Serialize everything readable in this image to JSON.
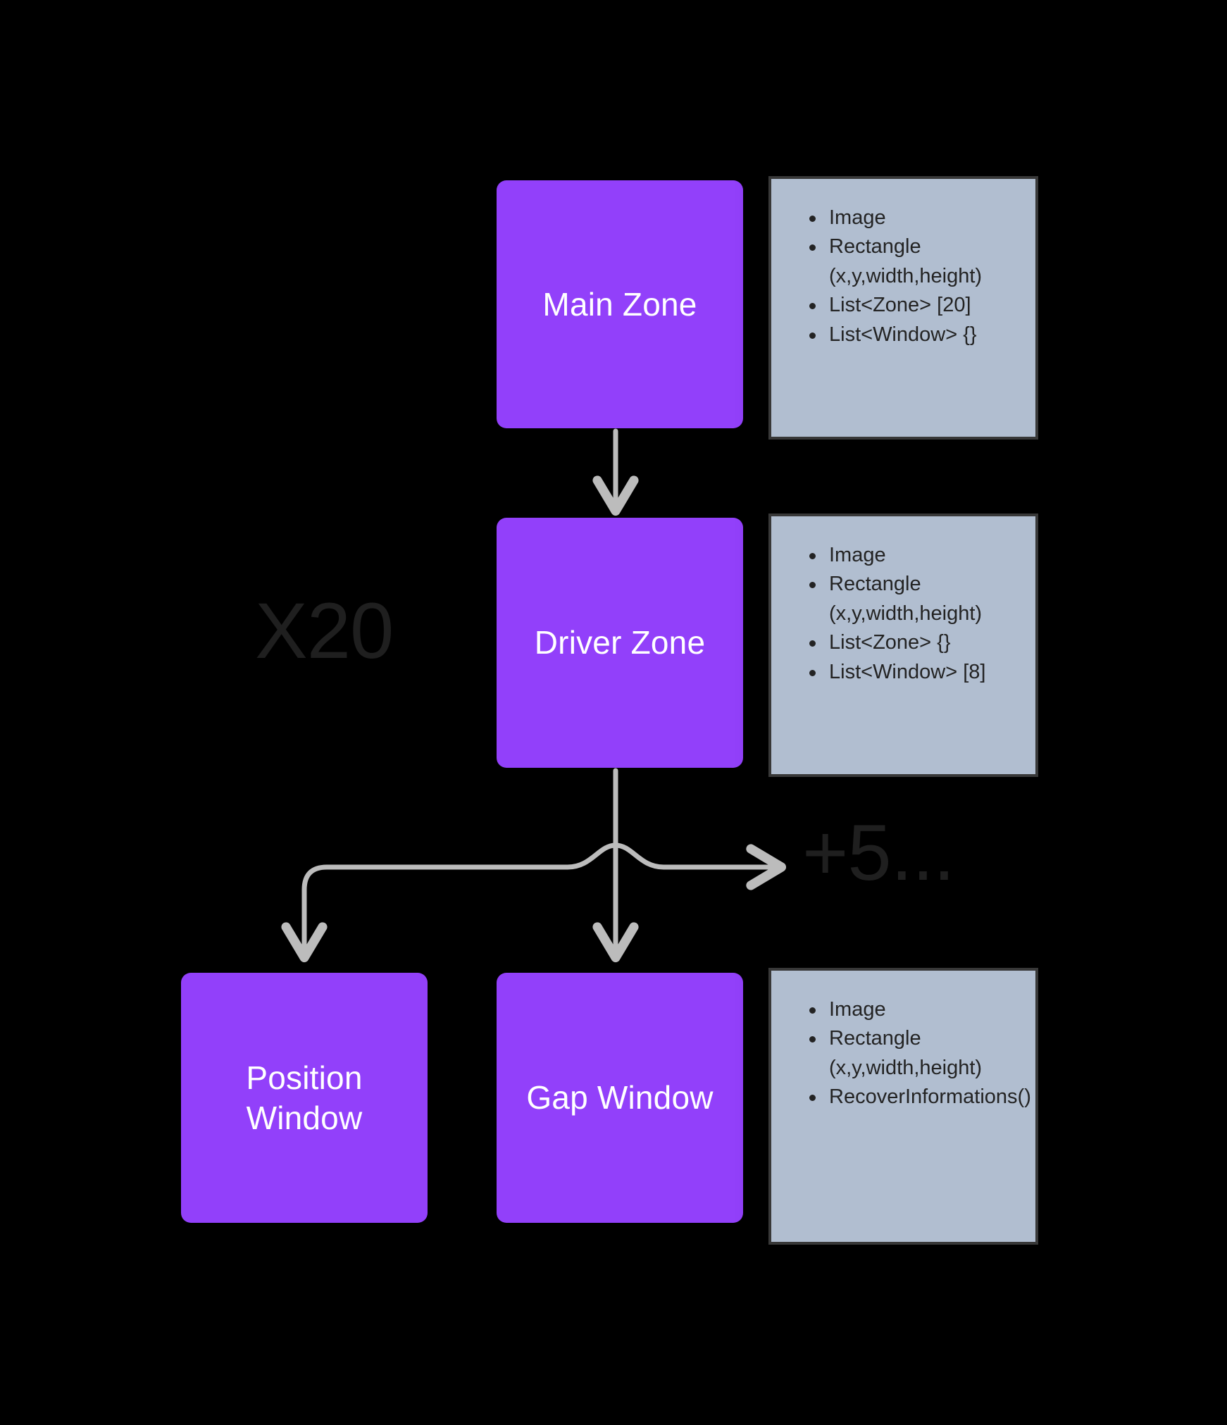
{
  "diagram": {
    "title": "Zone and Window class relationship diagram",
    "background_color": "#000000",
    "node_color": "#9240fa",
    "node_text_color": "#ffffff",
    "card_color": "#b1bed0",
    "card_text_color": "#232323",
    "connector_color": "#bcbcbc",
    "annotation_color": "#1f1f1f"
  },
  "nodes": {
    "main_zone": {
      "label": "Main Zone"
    },
    "driver_zone": {
      "label": "Driver Zone"
    },
    "position_window": {
      "label_line1": "Position",
      "label_line2": "Window"
    },
    "gap_window": {
      "label": "Gap Window"
    }
  },
  "annotations": {
    "multiplicity_zones": "X20",
    "more_windows": "+5..."
  },
  "cards": {
    "main_zone": {
      "items": [
        {
          "text": "Image",
          "continuation": false
        },
        {
          "text": "Rectangle",
          "continuation": false
        },
        {
          "text": "(x,y,width,height)",
          "continuation": true
        },
        {
          "text": "List<Zone> [20]",
          "continuation": false
        },
        {
          "text": "List<Window> {}",
          "continuation": false
        }
      ]
    },
    "driver_zone": {
      "items": [
        {
          "text": "Image",
          "continuation": false
        },
        {
          "text": "Rectangle",
          "continuation": false
        },
        {
          "text": "(x,y,width,height)",
          "continuation": true
        },
        {
          "text": "List<Zone> {}",
          "continuation": false
        },
        {
          "text": "List<Window> [8]",
          "continuation": false
        }
      ]
    },
    "gap_window": {
      "items": [
        {
          "text": "Image",
          "continuation": false
        },
        {
          "text": "Rectangle",
          "continuation": false
        },
        {
          "text": "(x,y,width,height)",
          "continuation": true
        },
        {
          "text": "RecoverInformations()",
          "continuation": false
        }
      ]
    }
  },
  "connectors": [
    {
      "name": "main-zone-to-driver-zone",
      "from": "main_zone",
      "to": "driver_zone",
      "style": "straight-down-arrow"
    },
    {
      "name": "driver-zone-to-position-window",
      "from": "driver_zone",
      "to": "position_window",
      "style": "elbow-left-down-arrow"
    },
    {
      "name": "driver-zone-to-gap-window",
      "from": "driver_zone",
      "to": "gap_window",
      "style": "straight-down-arrow"
    },
    {
      "name": "driver-zone-to-more-windows",
      "from": "driver_zone",
      "to": "more_windows",
      "style": "elbow-right-arrow"
    }
  ]
}
